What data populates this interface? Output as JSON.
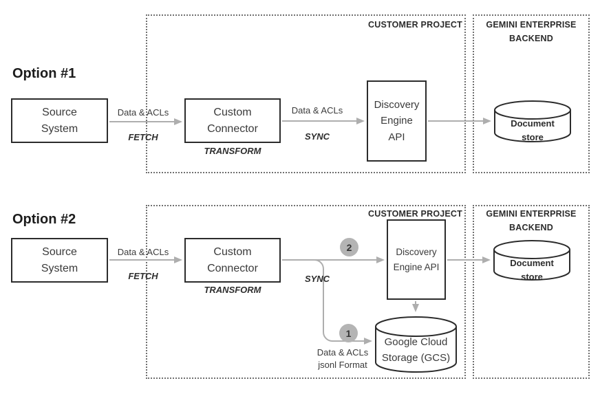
{
  "zones": {
    "customer_project": "CUSTOMER PROJECT",
    "backend": "GEMINI ENTERPRISE\nBACKEND"
  },
  "shared": {
    "source_system": "Source\nSystem",
    "custom_connector": "Custom\nConnector",
    "data_acls": "Data & ACLs",
    "fetch": "FETCH",
    "transform": "TRANSFORM",
    "sync": "SYNC",
    "document_store": "Document\nstore"
  },
  "option1": {
    "title": "Option #1",
    "discovery_api": "Discovery\nEngine\nAPI"
  },
  "option2": {
    "title": "Option #2",
    "discovery_api": "Discovery\nEngine API",
    "gcs": "Google Cloud\nStorage (GCS)",
    "badge_api": "2",
    "badge_gcs": "1",
    "gcs_edge_label": "Data & ACLs\njsonl Format"
  },
  "colors": {
    "arrow": "#aeaeae",
    "badge": "#b4b4b4",
    "node_border": "#2b2b2b",
    "zone_border": "#6f6f6f"
  }
}
